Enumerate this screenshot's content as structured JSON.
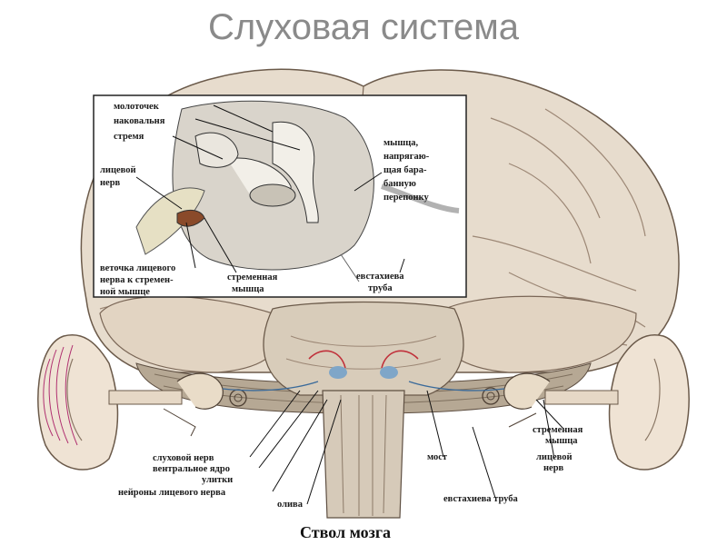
{
  "title": "Слуховая система",
  "inset_labels": {
    "malleus": "молоточек",
    "incus": "наковальня",
    "stapes": "стремя",
    "facial_nerve_1": "лицевой",
    "facial_nerve_2": "нерв",
    "tensor_1": "мышца,",
    "tensor_2": "напрягаю-",
    "tensor_3": "щая бара-",
    "tensor_4": "банную",
    "tensor_5": "перепонку",
    "branch_1": "веточка лицевого",
    "branch_2": "нерва к стремен-",
    "branch_3": "ной мышце",
    "stapedius_1": "стременная",
    "stapedius_2": "мышца",
    "eustachian_1": "евстахиева",
    "eustachian_2": "труба"
  },
  "bottom_labels": {
    "auditory_nerve": "слуховой нерв",
    "ventral_nucleus_1": "вентральное ядро",
    "ventral_nucleus_2": "улитки",
    "facial_neurons": "нейроны лицевого нерва",
    "olive": "олива",
    "pons": "мост",
    "eustachian": "евстахиева труба",
    "stapedius_1": "стременная",
    "stapedius_2": "мышца",
    "facial_1": "лицевой",
    "facial_2": "нерв"
  },
  "caption": "Ствол мозга"
}
